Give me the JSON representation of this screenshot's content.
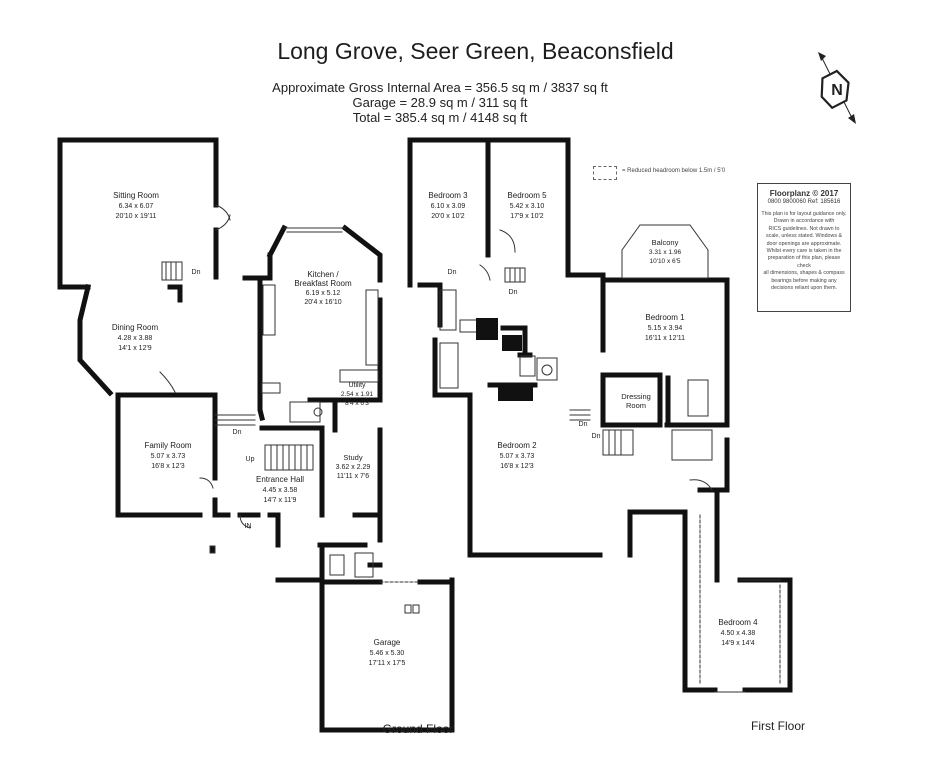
{
  "header": {
    "title": "Long Grove, Seer Green, Beaconsfield",
    "area_lines": [
      "Approximate Gross Internal Area = 356.5 sq m / 3837 sq ft",
      "Garage = 28.9 sq m / 311 sq ft",
      "Total = 385.4 sq m / 4148 sq ft"
    ]
  },
  "compass_letter": "N",
  "legend": {
    "text": "= Reduced headroom below 1.5m / 5'0"
  },
  "copyright": {
    "heading": "Floorplanz © 2017",
    "contact": "0800 9800060 Ref: 185616",
    "lines": [
      "This plan is for layout guidance only.",
      "Drawn in accordance with",
      "RICS guidelines. Not drawn to",
      "scale, unless stated. Windows &",
      "door openings are approximate.",
      "Whilst every care is taken in the",
      "preparation of this plan, please check",
      "all dimensions, shapes & compass",
      "bearings before making any",
      "decisions reliant upon them."
    ]
  },
  "ground_floor": {
    "label": "Ground Floor",
    "rooms": {
      "sitting": {
        "name": "Sitting Room",
        "metric": "6.34 x 6.07",
        "imperial": "20'10 x 19'11"
      },
      "kitchen": {
        "name1": "Kitchen /",
        "name2": "Breakfast Room",
        "metric": "6.19 x 5.12",
        "imperial": "20'4 x 16'10"
      },
      "dining": {
        "name": "Dining Room",
        "metric": "4.28 x 3.88",
        "imperial": "14'1 x 12'9"
      },
      "utility": {
        "name": "Utility",
        "metric": "2.54 x 1.91",
        "imperial": "8'4 x 6'3"
      },
      "family": {
        "name": "Family Room",
        "metric": "5.07 x 3.73",
        "imperial": "16'8 x 12'3"
      },
      "study": {
        "name": "Study",
        "metric": "3.62 x 2.29",
        "imperial": "11'11 x 7'6"
      },
      "hall": {
        "name": "Entrance Hall",
        "metric": "4.45 x 3.58",
        "imperial": "14'7 x 11'9"
      },
      "garage": {
        "name": "Garage",
        "metric": "5.46 x 5.30",
        "imperial": "17'11 x 17'5"
      }
    },
    "marks": {
      "dn1": "Dn",
      "dn2": "Dn",
      "up": "Up",
      "in": "IN"
    }
  },
  "first_floor": {
    "label": "First Floor",
    "rooms": {
      "bed3": {
        "name": "Bedroom 3",
        "metric": "6.10 x 3.09",
        "imperial": "20'0 x 10'2"
      },
      "bed5": {
        "name": "Bedroom 5",
        "metric": "5.42 x 3.10",
        "imperial": "17'9 x 10'2"
      },
      "balcony": {
        "name": "Balcony",
        "metric": "3.31 x 1.96",
        "imperial": "10'10 x 6'5"
      },
      "bed1": {
        "name": "Bedroom 1",
        "metric": "5.15 x 3.94",
        "imperial": "16'11 x 12'11"
      },
      "dressing": {
        "name1": "Dressing",
        "name2": "Room"
      },
      "bed2": {
        "name": "Bedroom 2",
        "metric": "5.07 x 3.73",
        "imperial": "16'8 x 12'3"
      },
      "bed4": {
        "name": "Bedroom 4",
        "metric": "4.50 x 4.38",
        "imperial": "14'9 x 14'4"
      }
    },
    "marks": {
      "dn1": "Dn",
      "dn2": "Dn",
      "dn3": "Dn",
      "dn4": "Dn"
    }
  }
}
